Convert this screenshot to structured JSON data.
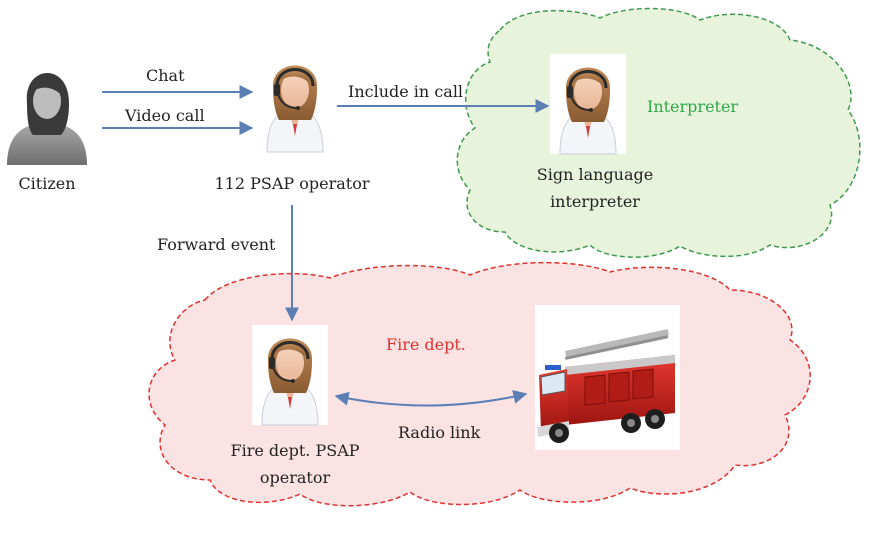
{
  "nodes": {
    "citizen": {
      "label": "Citizen"
    },
    "psap_112": {
      "label": "112 PSAP operator"
    },
    "interpreter": {
      "label_line1": "Sign language",
      "label_line2": "interpreter"
    },
    "fire_psap": {
      "label_line1": "Fire dept. PSAP",
      "label_line2": "operator"
    }
  },
  "regions": {
    "interpreter_cloud": {
      "label": "Interpreter",
      "color": "#2ea84a",
      "fill": "#e8f3dc"
    },
    "fire_cloud": {
      "label": "Fire dept.",
      "color": "#e0322e",
      "fill": "#fbe3e4"
    }
  },
  "edges": {
    "chat": "Chat",
    "video_call": "Video call",
    "include_in_call": "Include in call",
    "forward_event": "Forward event",
    "radio_link": "Radio link"
  },
  "colors": {
    "arrow": "#5b7fb5"
  }
}
